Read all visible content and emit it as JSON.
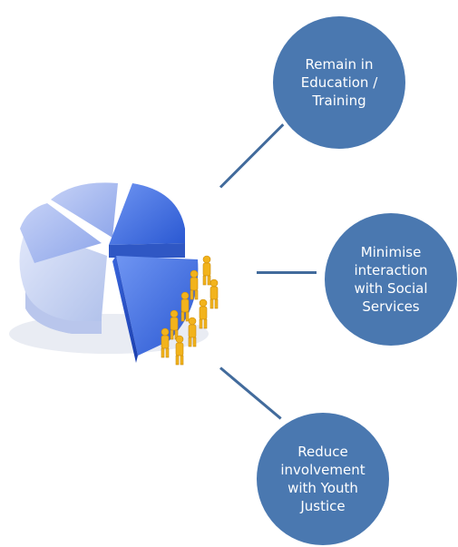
{
  "nodes": [
    {
      "id": "education",
      "label": "Remain in\nEducation /\nTraining"
    },
    {
      "id": "social",
      "label": "Minimise\ninteraction\nwith Social\nServices"
    },
    {
      "id": "justice",
      "label": "Reduce\ninvolvement\nwith Youth\nJustice"
    }
  ],
  "colors": {
    "bubble": "#4a78b0",
    "connector": "#426b9c",
    "pie_light": "#c8d3f2",
    "pie_mid": "#a8b9ee",
    "pie_blue": "#4f7be8",
    "figures": "#f2b31c"
  },
  "icons": {
    "central": "pie-chart-with-people-icon"
  }
}
